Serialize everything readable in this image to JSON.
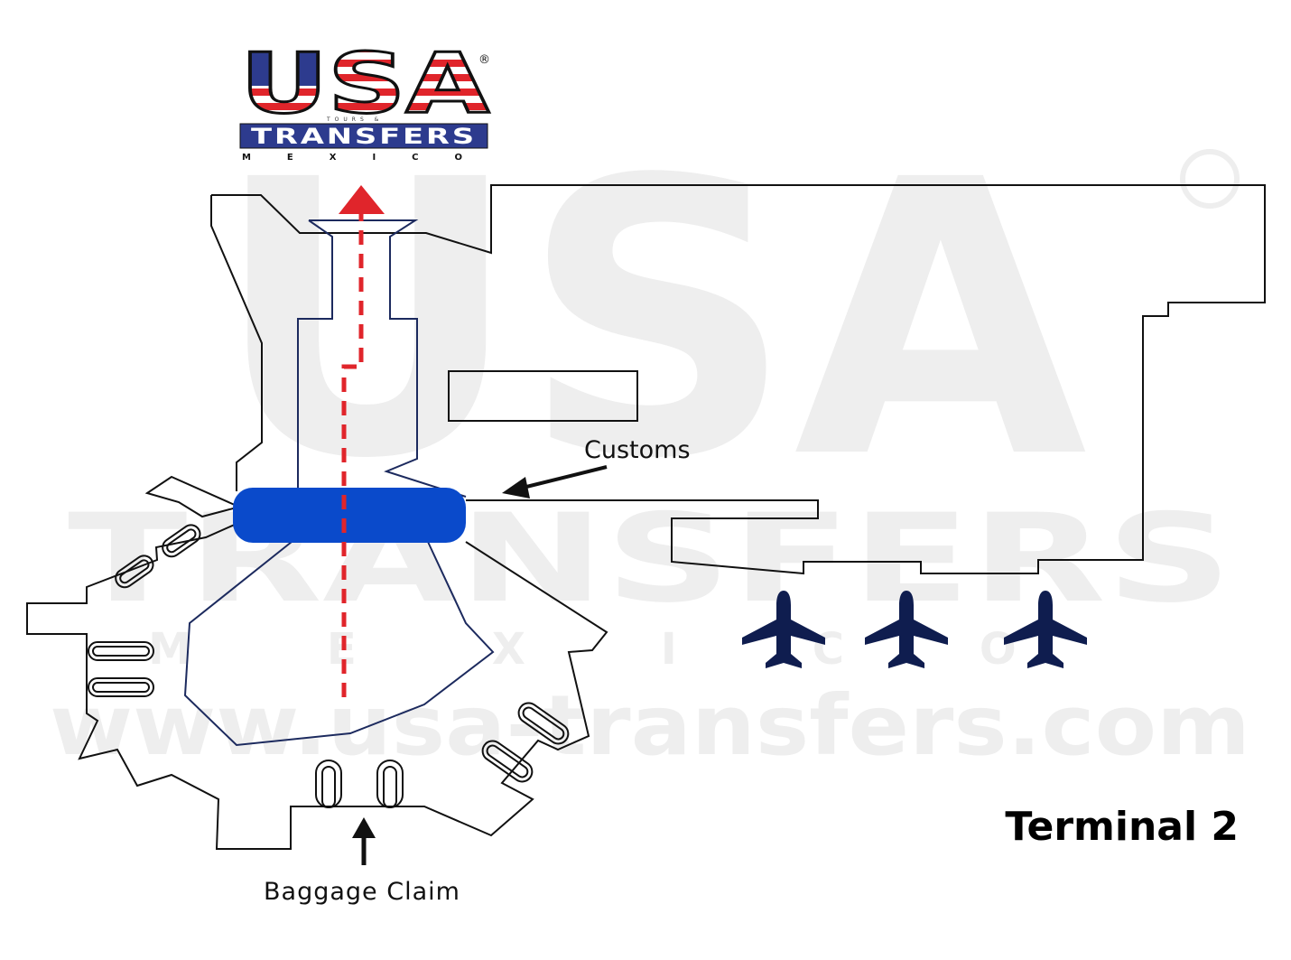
{
  "logo": {
    "brand": "USA",
    "registered": "®",
    "tours": "TOURS &",
    "transfers": "TRANSFERS",
    "country": "MEXICO",
    "colors": {
      "red": "#e0252b",
      "blue": "#2d3b8e",
      "white": "#ffffff"
    }
  },
  "watermark": {
    "brand": "USA",
    "transfers": "TRANSFERS",
    "country": "MEXICO",
    "website": "www.usa-transfers.com"
  },
  "map": {
    "title": "Terminal 2",
    "labels": {
      "customs": "Customs",
      "baggage_claim": "Baggage Claim"
    },
    "icons": [
      "airplane-icon",
      "airplane-icon",
      "airplane-icon"
    ],
    "colors": {
      "walls": "#111111",
      "route_outline": "#1c2a5e",
      "customs_zone": "#0a4acb",
      "route": "#e0252b",
      "airplanes": "#0f1d4f"
    }
  }
}
